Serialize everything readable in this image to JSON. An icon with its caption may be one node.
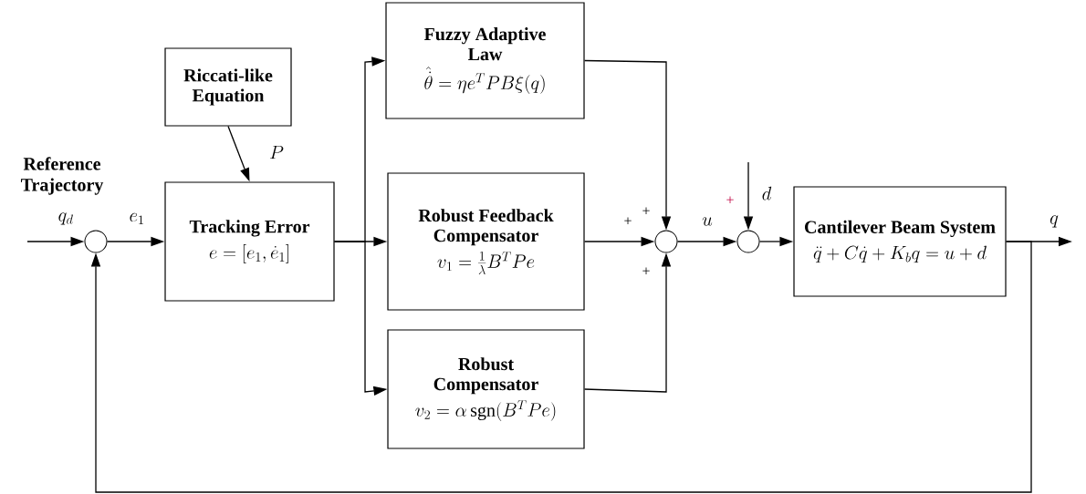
{
  "diagram": {
    "nodes": [
      {
        "text": [
          "Riccati-like Equation"
        ]
      },
      {
        "text": [
          "Fuzzy Adaptive Law",
          "\\hat{\\dot{\\theta}} = \\eta e^{T} P B \\xi(q)"
        ]
      },
      {
        "text": [
          "Tracking Error",
          "e = [e_{1}, \\dot{e}_{1}]"
        ]
      },
      {
        "text": [
          "Robust Feedback Compensator",
          "v_{1} = \\frac{1}{\\lambda} B^{T} P e"
        ]
      },
      {
        "text": [
          "Robust Compensator",
          "v_{2} = \\alpha\\,\\mathrm{sgn}(B^{T} P e)"
        ]
      },
      {
        "text": [],
        "shape": "circle"
      },
      {
        "text": [],
        "shape": "circle"
      },
      {
        "text": [],
        "shape": "circle"
      },
      {
        "text": [
          "Cantilever Beam System",
          "\\ddot{q} + C\\dot{q} + K_{b} q = u + d"
        ]
      }
    ],
    "edges": [
      {
        "from": null,
        "to": 5,
        "arrow": "to",
        "label": "q_{d}"
      },
      {
        "from": 5,
        "to": 2,
        "arrow": "to",
        "label": "e_{1}"
      },
      {
        "from": 0,
        "to": 2,
        "arrow": "to",
        "label": "P"
      },
      {
        "from": 2,
        "to": 1,
        "arrow": "to"
      },
      {
        "from": 2,
        "to": 3,
        "arrow": "to"
      },
      {
        "from": 2,
        "to": 4,
        "arrow": "to"
      },
      {
        "from": 1,
        "to": 6,
        "arrow": "to"
      },
      {
        "from": 3,
        "to": 6,
        "arrow": "to"
      },
      {
        "from": 4,
        "to": 6,
        "arrow": "to"
      },
      {
        "from": 6,
        "to": 7,
        "arrow": "to",
        "label": "u"
      },
      {
        "from": null,
        "to": 7,
        "arrow": "to",
        "label": "d"
      },
      {
        "from": 7,
        "to": 8,
        "arrow": "to"
      },
      {
        "from": 8,
        "to": null,
        "arrow": "to",
        "label": "q"
      },
      {
        "from": 8,
        "to": 5,
        "arrow": "to"
      }
    ],
    "labels": [
      "Reference Trajectory",
      "+",
      "+",
      "+",
      "+"
    ]
  }
}
